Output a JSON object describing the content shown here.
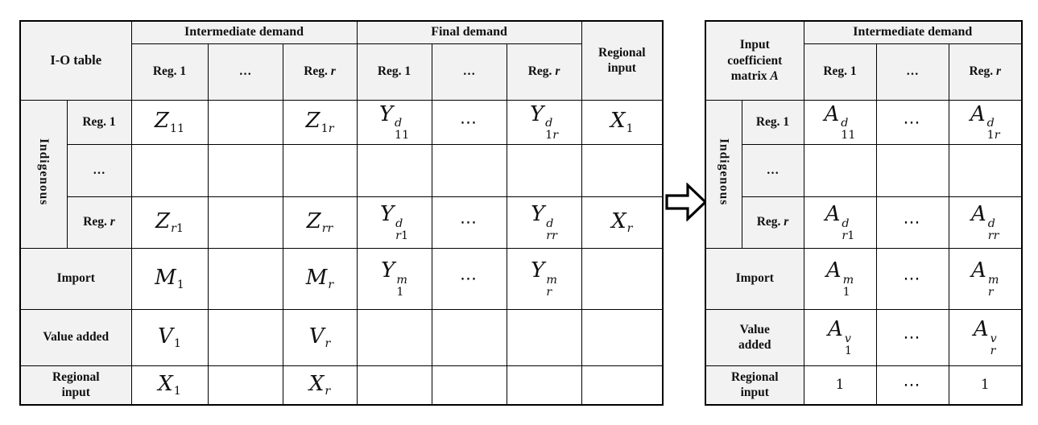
{
  "figure": {
    "background": "#ffffff",
    "border_color": "#000000",
    "header_bg": "#f2f2f2",
    "arrow_icon": "block-right-arrow"
  },
  "left_table": {
    "corner": {
      "t": "I-O table"
    },
    "group_intermediate": "Intermediate demand",
    "group_final": "Final demand",
    "col_regional_input": "Regional\ninput",
    "int_reg1": {
      "t": "Reg. 1"
    },
    "int_dots": "…",
    "int_regr": {
      "t": "Reg. ",
      "i": "r"
    },
    "fin_reg1": {
      "t": "Reg. 1"
    },
    "fin_dots": "…",
    "fin_regr": {
      "t": "Reg. ",
      "i": "r"
    },
    "indigenous": "Indigenous",
    "row_reg1": {
      "t": "Reg. 1"
    },
    "row_dots": "…",
    "row_regr": {
      "t": "Reg. ",
      "i": "r"
    },
    "row_import": "Import",
    "row_value_added": "Value added",
    "row_regional_input": "Regional\ninput",
    "cells": {
      "z11": {
        "m": "Z",
        "sub": "11"
      },
      "z1r": {
        "m": "Z",
        "sub": "1r"
      },
      "zr1": {
        "m": "Z",
        "sub": "r1"
      },
      "zrr": {
        "m": "Z",
        "sub": "rr"
      },
      "yd11": {
        "m": "Y",
        "sup": "d",
        "sub": "11"
      },
      "yd1r": {
        "m": "Y",
        "sup": "d",
        "sub": "1r"
      },
      "ydr1": {
        "m": "Y",
        "sup": "d",
        "sub": "r1"
      },
      "ydrr": {
        "m": "Y",
        "sup": "d",
        "sub": "rr"
      },
      "ym1": {
        "m": "Y",
        "sup": "m",
        "sub": "1"
      },
      "ymr": {
        "m": "Y",
        "sup": "m",
        "sub": "r"
      },
      "m1": {
        "m": "M",
        "sub": "1"
      },
      "mr": {
        "m": "M",
        "sub": "r"
      },
      "v1": {
        "m": "V",
        "sub": "1"
      },
      "vr": {
        "m": "V",
        "sub": "r"
      },
      "x1": {
        "m": "X",
        "sub": "1"
      },
      "xr": {
        "m": "X",
        "sub": "r"
      },
      "dots": "⋯"
    }
  },
  "right_table": {
    "corner": {
      "t": "Input\ncoefficient\nmatrix ",
      "i": "A"
    },
    "group_intermediate": "Intermediate demand",
    "int_reg1": {
      "t": "Reg. 1"
    },
    "int_dots": "…",
    "int_regr": {
      "t": "Reg. ",
      "i": "r"
    },
    "indigenous": "Indigenous",
    "row_reg1": {
      "t": "Reg. 1"
    },
    "row_dots": "…",
    "row_regr": {
      "t": "Reg. ",
      "i": "r"
    },
    "row_import": "Import",
    "row_value_added": "Value\nadded",
    "row_regional_input": "Regional\ninput",
    "cells": {
      "ad11": {
        "m": "A",
        "sup": "d",
        "sub": "11"
      },
      "ad1r": {
        "m": "A",
        "sup": "d",
        "sub": "1r"
      },
      "adr1": {
        "m": "A",
        "sup": "d",
        "sub": "r1"
      },
      "adrr": {
        "m": "A",
        "sup": "d",
        "sub": "rr"
      },
      "am1": {
        "m": "A",
        "sup": "m",
        "sub": "1"
      },
      "amr": {
        "m": "A",
        "sup": "m",
        "sub": "r"
      },
      "av1": {
        "m": "A",
        "sup": "v",
        "sub": "1"
      },
      "avr": {
        "m": "A",
        "sup": "v",
        "sub": "r"
      },
      "one_1": {
        "m": "1"
      },
      "one_r": {
        "m": "1"
      },
      "dots": "⋯"
    }
  }
}
